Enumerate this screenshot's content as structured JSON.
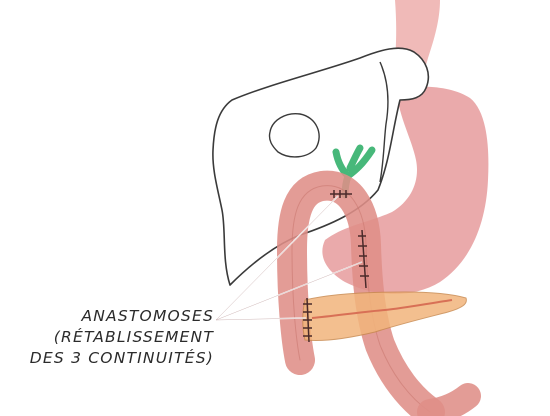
{
  "annotation": {
    "lines": [
      "ANASTOMOSES",
      "(RÉTABLISSEMENT",
      "DES 3 CONTINUITÉS)"
    ]
  },
  "colors": {
    "background": "#ffffff",
    "liver_fill": "#ffffff",
    "outline": "#3a3a3a",
    "stomach": "#e8a3a4",
    "esophagus": "#eeb2b0",
    "intestine": "#df8e87",
    "bile_duct": "#47b87a",
    "pancreas": "#f2b57c",
    "suture": "#4a2a2a",
    "leader_line": "#ffffff"
  }
}
